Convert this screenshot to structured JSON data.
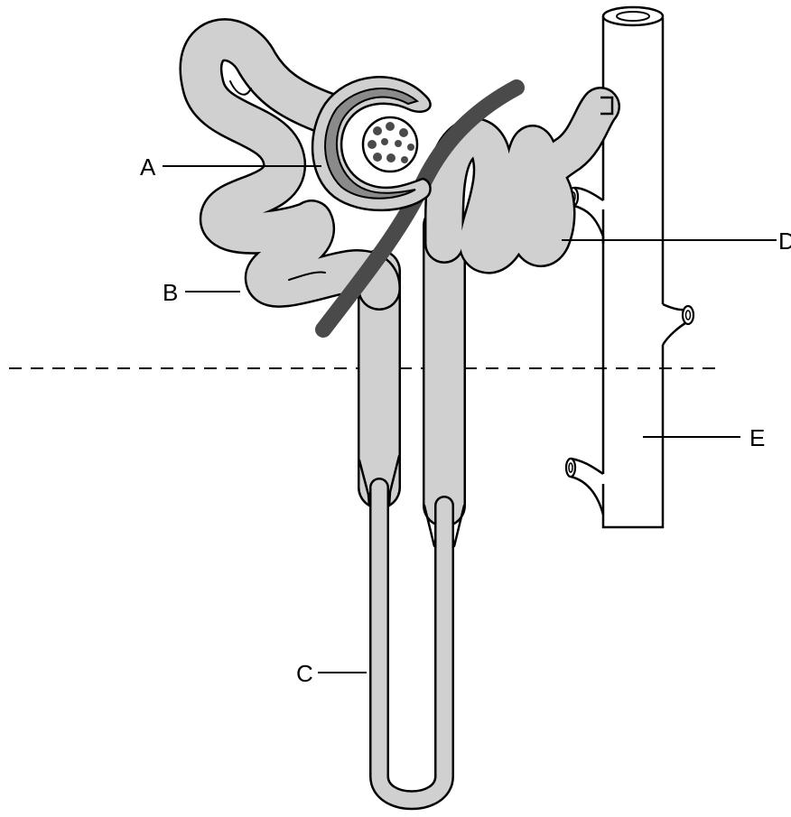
{
  "labels": {
    "a": "A",
    "b": "B",
    "c": "C",
    "d": "D",
    "e": "E"
  },
  "colors": {
    "tubule_fill": "#d0d0d0",
    "capsule_fill": "#8a8a8a",
    "vessel": "#4a4a4a",
    "outline": "#000000"
  }
}
